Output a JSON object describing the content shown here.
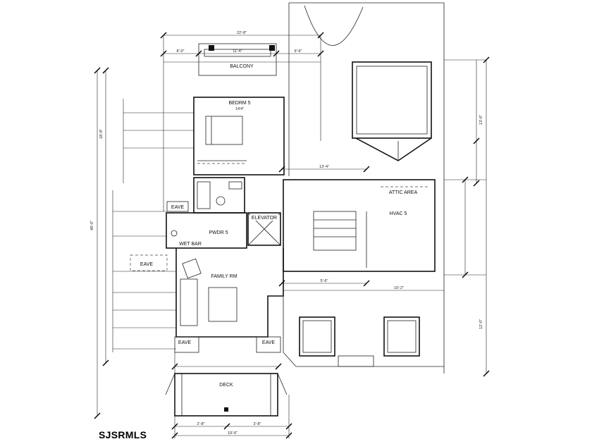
{
  "watermark": "SJSRMLS",
  "rooms": {
    "balcony": "BALCONY",
    "bedroom": "BEDRM 5",
    "bedroom_size": "14'4\"",
    "elevator": "ELEVATOR",
    "powder": "PWDR 5",
    "attic": "ATTIC AREA",
    "hvac": "HVAC 5",
    "family": "FAMILY RM",
    "deck": "DECK",
    "eave_upper": "EAVE",
    "eave_left": "EAVE",
    "eave_bottom_left": "EAVE",
    "eave_bottom_right": "EAVE",
    "wet_bar": "WET BAR"
  },
  "dimensions": {
    "top_overall": "22'-8\"",
    "top_a": "8'-0\"",
    "top_b": "11'-4\"",
    "top_c": "9'-6\"",
    "right_upper": "13'-0\"",
    "right_lower": "12'-0\"",
    "left_overall": "48'-0\"",
    "left_a": "18'-8\"",
    "bottom_overall": "19'-6\"",
    "bottom_a": "2'-8\"",
    "bottom_b": "3'-8\"",
    "mid_a": "13'-4\"",
    "mid_b": "5'-6\"",
    "mid_c": "10'-2\""
  }
}
